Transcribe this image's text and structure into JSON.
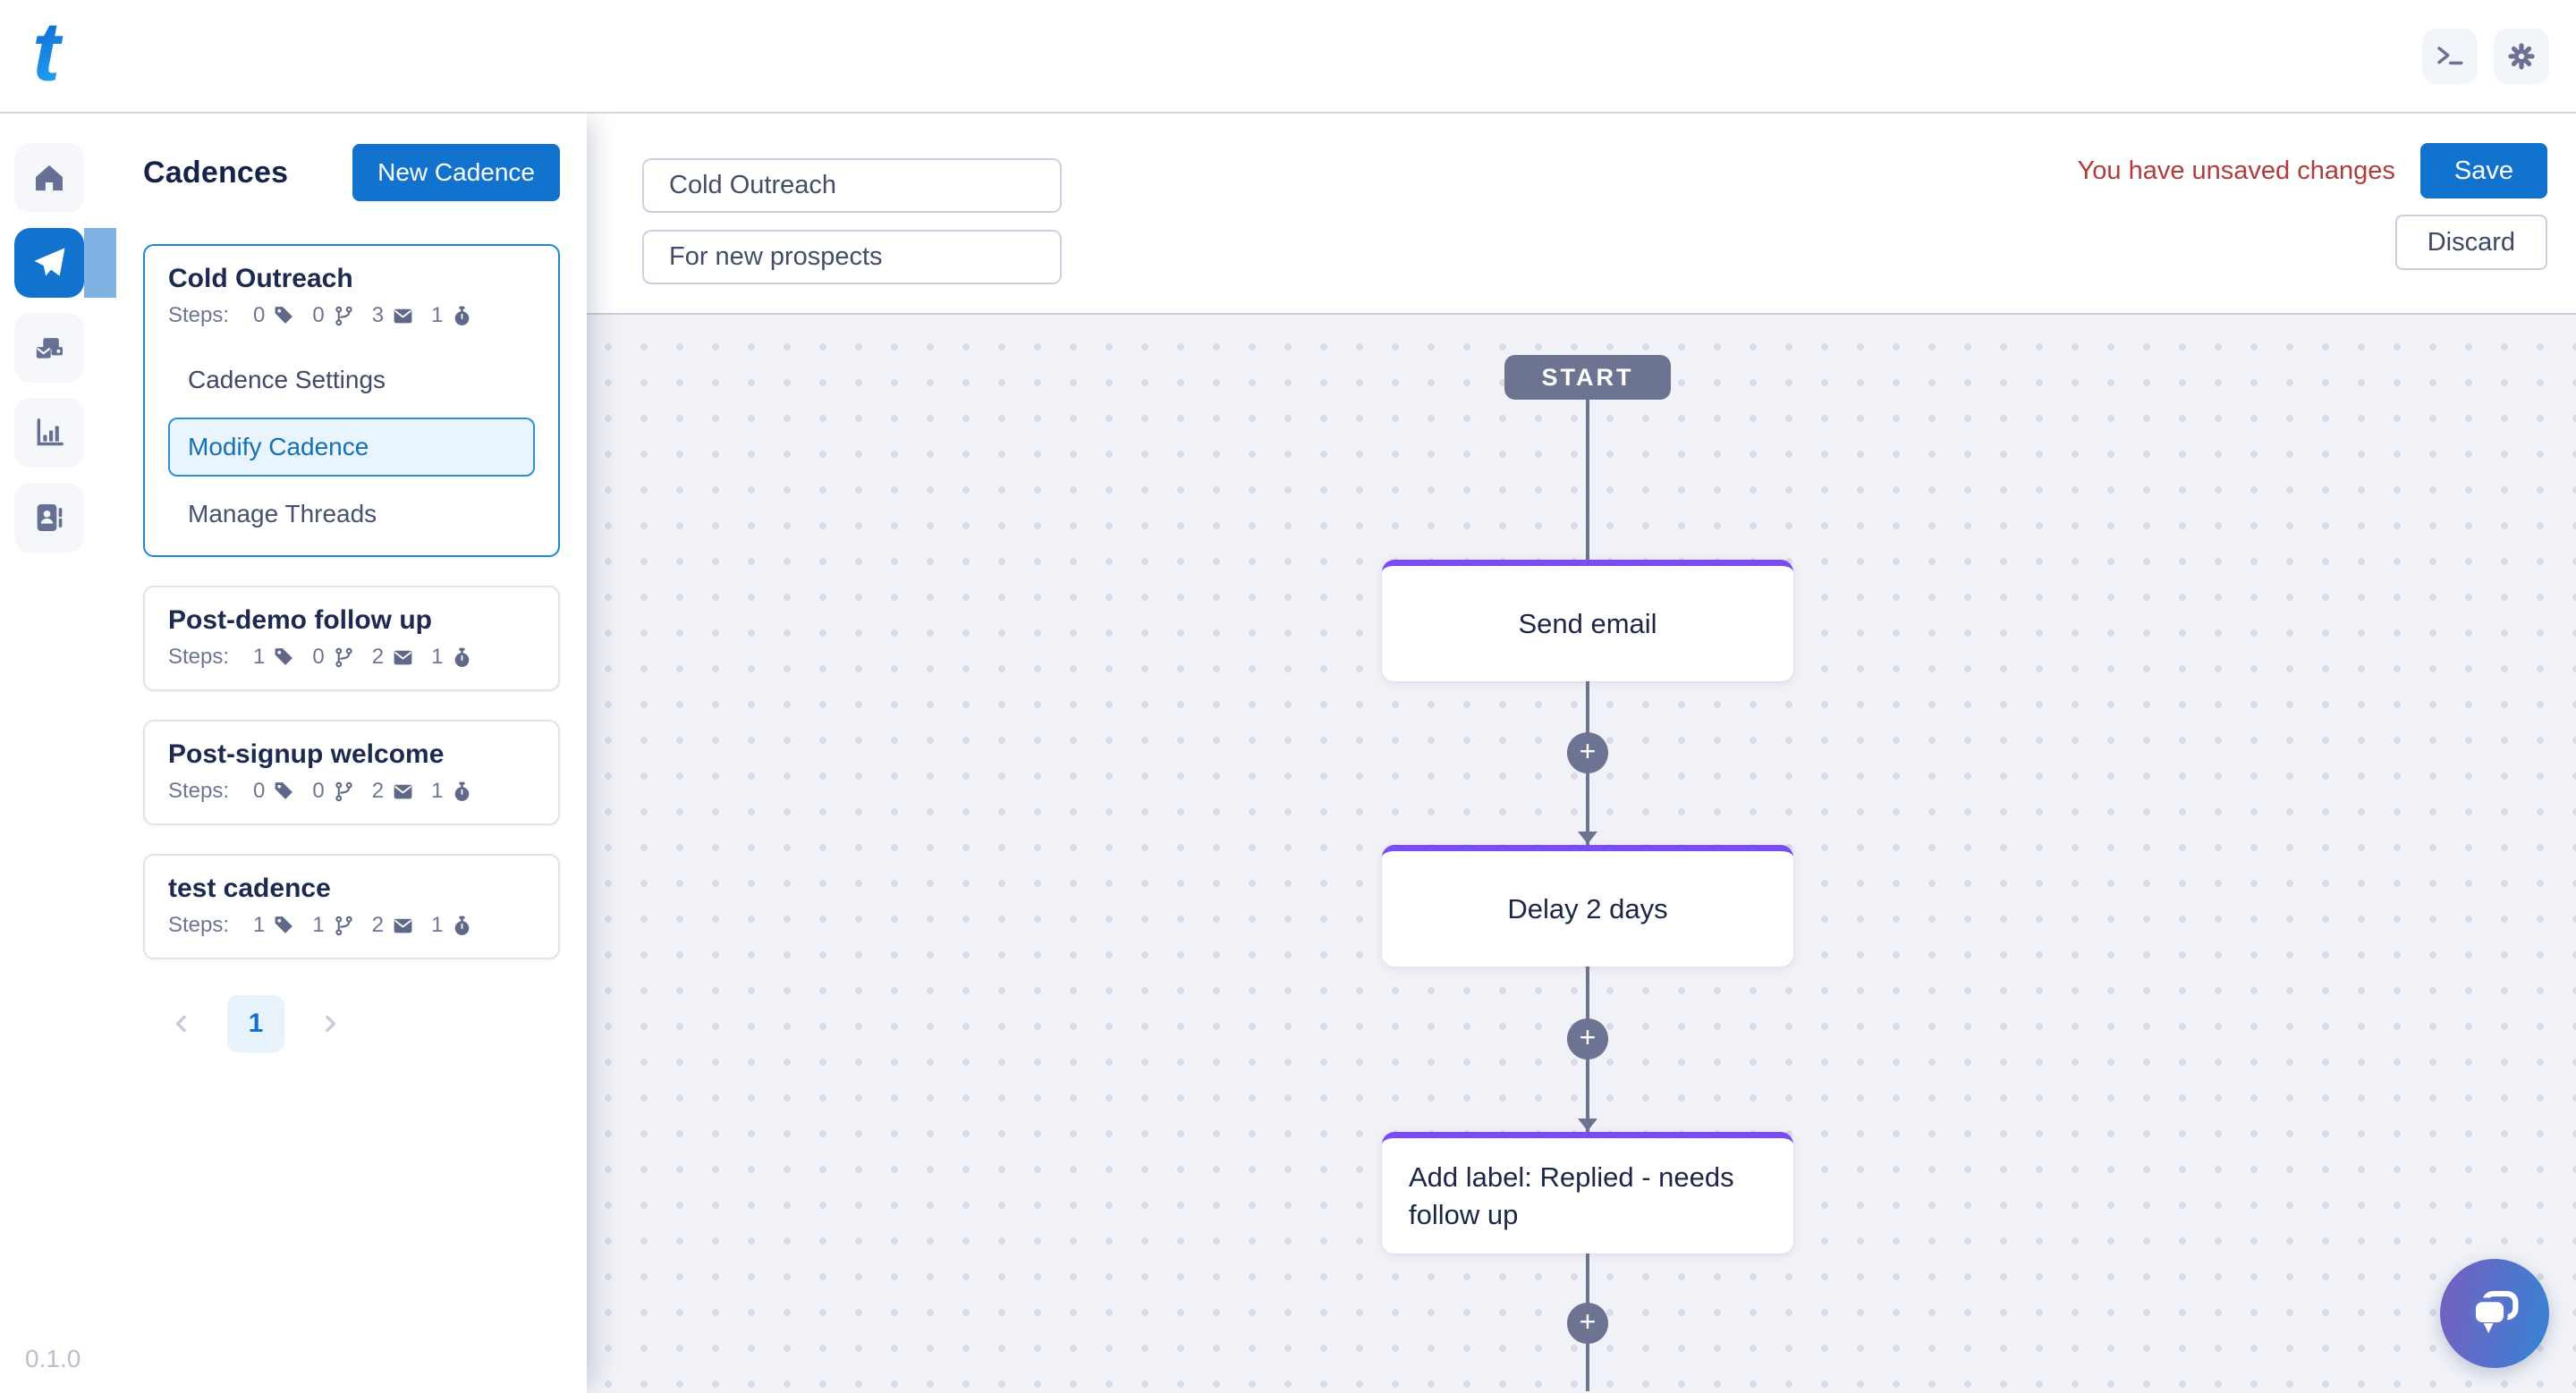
{
  "app": {
    "version": "0.1.0",
    "logo_letter": "t"
  },
  "topbar": {
    "buttons": [
      {
        "icon": "terminal-icon"
      },
      {
        "icon": "gear-icon"
      }
    ]
  },
  "nav": {
    "items": [
      {
        "icon": "home-icon",
        "active": false
      },
      {
        "icon": "send-icon",
        "active": true
      },
      {
        "icon": "mail-stack-icon",
        "active": false
      },
      {
        "icon": "bar-chart-icon",
        "active": false
      },
      {
        "icon": "contacts-icon",
        "active": false
      }
    ]
  },
  "cadences_panel": {
    "title": "Cadences",
    "new_cadence_label": "New Cadence",
    "steps_label": "Steps:",
    "selected_cadence": {
      "name": "Cold Outreach",
      "counts": [
        {
          "icon": "tag-icon",
          "value": "0"
        },
        {
          "icon": "branch-icon",
          "value": "0"
        },
        {
          "icon": "mail-icon",
          "value": "3"
        },
        {
          "icon": "timer-icon",
          "value": "1"
        }
      ],
      "menu": {
        "settings_label": "Cadence Settings",
        "modify_label": "Modify Cadence",
        "threads_label": "Manage Threads",
        "active_item": "Modify Cadence"
      }
    },
    "cadences": [
      {
        "name": "Post-demo follow up",
        "counts": [
          {
            "icon": "tag-icon",
            "value": "1"
          },
          {
            "icon": "branch-icon",
            "value": "0"
          },
          {
            "icon": "mail-icon",
            "value": "2"
          },
          {
            "icon": "timer-icon",
            "value": "1"
          }
        ]
      },
      {
        "name": "Post-signup welcome",
        "counts": [
          {
            "icon": "tag-icon",
            "value": "0"
          },
          {
            "icon": "branch-icon",
            "value": "0"
          },
          {
            "icon": "mail-icon",
            "value": "2"
          },
          {
            "icon": "timer-icon",
            "value": "1"
          }
        ]
      },
      {
        "name": "test cadence",
        "counts": [
          {
            "icon": "tag-icon",
            "value": "1"
          },
          {
            "icon": "branch-icon",
            "value": "1"
          },
          {
            "icon": "mail-icon",
            "value": "2"
          },
          {
            "icon": "timer-icon",
            "value": "1"
          }
        ]
      }
    ],
    "pagination": {
      "prev_icon": "chevron-left-icon",
      "current_page": "1",
      "next_icon": "chevron-right-icon"
    }
  },
  "editor": {
    "name_input": {
      "value": "Cold Outreach"
    },
    "description_input": {
      "value": "For new prospects"
    },
    "unsaved_message": "You have unsaved changes",
    "save_label": "Save",
    "discard_label": "Discard"
  },
  "flow": {
    "start_label": "START",
    "nodes": [
      {
        "label": "Send email"
      },
      {
        "label": "Delay 2 days"
      },
      {
        "label": "Add label: Replied - needs follow up"
      }
    ],
    "add_step_label": "+",
    "chat_icon": "chat-bubble-icon"
  },
  "colors": {
    "accent_blue": "#1173ce",
    "active_nav_strip": "#7fb3e4",
    "node_accent_purple": "#7b4cf2",
    "unsaved_red": "#b23b3b",
    "slate": "#6d7492",
    "canvas_bg": "#f1f2f7"
  }
}
